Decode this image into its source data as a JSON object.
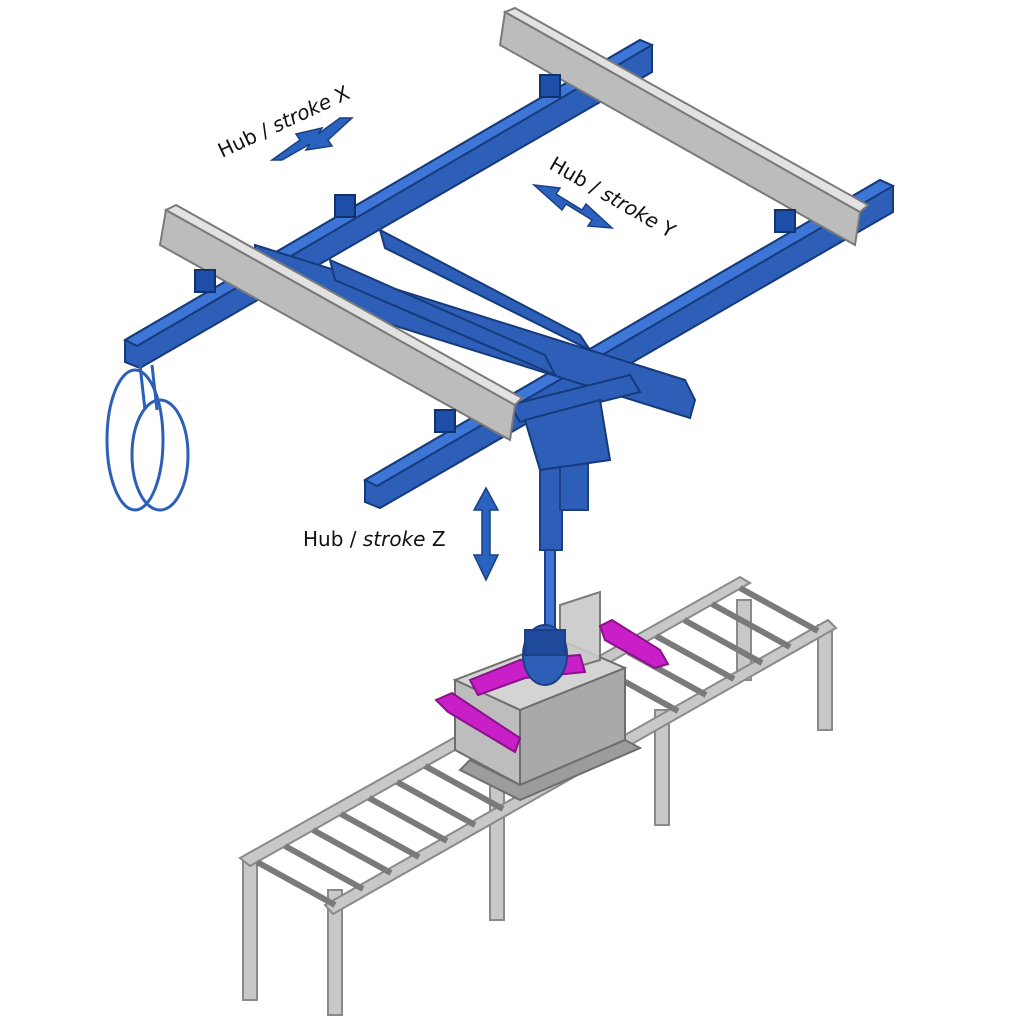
{
  "labels": {
    "x": {
      "prefix": "Hub / ",
      "word": "stroke",
      "axis": " X"
    },
    "y": {
      "prefix": "Hub / ",
      "word": "stroke",
      "axis": " Y"
    },
    "z": {
      "prefix": "Hub / ",
      "word": "stroke",
      "axis": " Z"
    }
  },
  "colors": {
    "crane_blue": "#2d5fb8",
    "crane_blue_dark": "#1d3f86",
    "crane_blue_light": "#3d76d6",
    "rail_gray": "#b9b9b9",
    "rail_gray_dark": "#8e8e8e",
    "conveyor_gray": "#c4c4c4",
    "conveyor_edge": "#8a8a8a",
    "handle_magenta": "#c81fc8",
    "arrow_blue": "#2a62c0"
  }
}
